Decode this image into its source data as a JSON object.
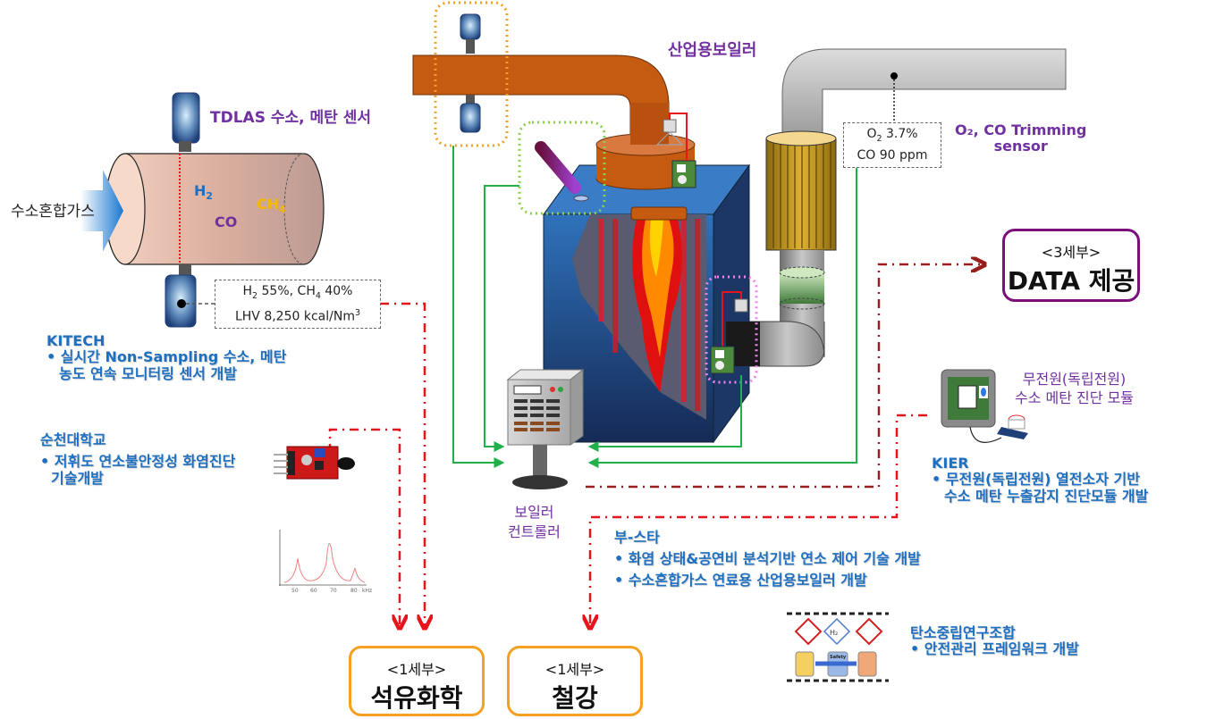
{
  "title": "산업용보일러",
  "colors": {
    "label_purple": "#7030a0",
    "desc_blue": "#1f6fc0",
    "pipe_orange": "#c55a11",
    "boiler_blue": "#2e6fb5",
    "flue_gray": "#a6a6a6",
    "signal_green": "#22b04c",
    "flow_red": "#e8141b",
    "flow_darkred": "#9b1c1c",
    "target_orange": "#f5a020",
    "target_purple": "#7a0f7a"
  },
  "gas_pipe": {
    "inlet_label": "수소혼합가스",
    "sensor_title": "TDLAS 수소, 메탄 센서",
    "species": {
      "h2": "H",
      "h2_sub": "2",
      "co": "CO",
      "ch4": "CH",
      "ch4_sub": "4"
    },
    "reading": {
      "line1_a": "H",
      "line1_a_sub": "2",
      "line1_b": " 55%, CH",
      "line1_b_sub": "4",
      "line1_c": " 40%",
      "line2": "LHV 8,250 kcal/Nm",
      "line2_sup": "3"
    }
  },
  "kitech": {
    "org": "KITECH",
    "bullet_line1": "• 실시간 Non-Sampling 수소, 메탄",
    "bullet_line2": "농도 연속 모니터링 센서 개발"
  },
  "suncheon": {
    "org": "순천대학교",
    "bullet_line1": "• 저휘도 연소불안정성 화염진단",
    "bullet_line2": "기술개발",
    "spectrum": {
      "x_ticks": [
        "50",
        "60",
        "70",
        "80"
      ],
      "x_unit": "kHz",
      "peaks_khz": [
        53,
        68,
        80
      ]
    }
  },
  "boiler": {
    "label": "산업용보일러",
    "controller_line1": "보일러",
    "controller_line2": "컨트롤러"
  },
  "trimming": {
    "label_line1": "O₂, CO Trimming",
    "label_line2": "sensor",
    "reading_line1_a": "O",
    "reading_line1_sub": "2",
    "reading_line1_b": " 3.7%",
    "reading_line2": "CO 90 ppm"
  },
  "kier": {
    "module_line1": "무전원(독립전원)",
    "module_line2": "수소 메탄 진단 모듈",
    "org": "KIER",
    "bullet_line1": "• 무전원(독립전원) 열전소자 기반",
    "bullet_line2": "수소 메탄 누출감지 진단모듈 개발"
  },
  "busta": {
    "org": "부-스타",
    "bullet1": "• 화염 상태&공연비 분석기반 연소 제어 기술 개발",
    "bullet2": "• 수소혼합가스 연료용 산업용보일러 개발"
  },
  "carbon": {
    "org": "탄소중립연구조합",
    "bullet1": "• 안전관리 프레임워크 개발",
    "icon_h2": "H₂",
    "icon_safety": "Safety"
  },
  "targets": [
    {
      "sub": "<1세부>",
      "main": "석유화학"
    },
    {
      "sub": "<1세부>",
      "main": "철강"
    },
    {
      "sub": "<3세부>",
      "main": "DATA 제공"
    }
  ]
}
